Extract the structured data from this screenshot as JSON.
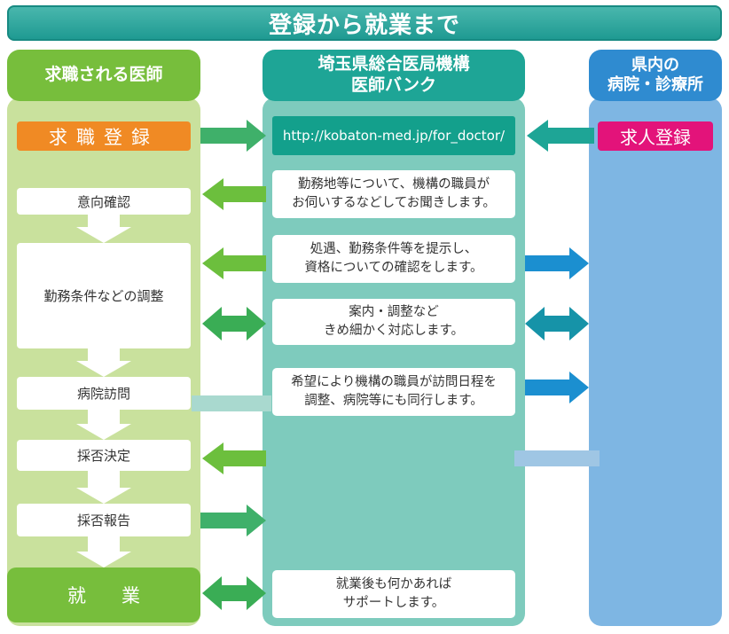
{
  "title": "登録から就業まで",
  "headers": {
    "left": "求職される医師",
    "mid_line1": "埼玉県総合医局機構",
    "mid_line2": "医師バンク",
    "right_line1": "県内の",
    "right_line2": "病院・診療所"
  },
  "left_steps": {
    "register": "求職登録",
    "intent": "意向確認",
    "adjust": "勤務条件などの調整",
    "visit": "病院訪問",
    "decision": "採否決定",
    "report": "採否報告",
    "employment": "就業"
  },
  "mid_notes": {
    "url": "http://kobaton-med.jp/for_doctor/",
    "note1_line1": "勤務地等について、機構の職員が",
    "note1_line2": "お伺いするなどしてお聞きします。",
    "note2_line1": "処遇、勤務条件等を提示し、",
    "note2_line2": "資格についての確認をします。",
    "note3_line1": "案内・調整など",
    "note3_line2": "きめ細かく対応します。",
    "note4_line1": "希望により機構の職員が訪問日程を",
    "note4_line2": "調整、病院等にも同行します。",
    "note5_line1": "就業後も何かあれば",
    "note5_line2": "サポートします。"
  },
  "right_steps": {
    "register": "求人登録"
  },
  "colors": {
    "left_header": "#77be3c",
    "left_bg": "#c9e19d",
    "mid_header": "#1ea596",
    "mid_bg": "#7ecbbd",
    "right_header": "#2f8bd0",
    "right_bg": "#7eb6e3",
    "orange": "#f08a24",
    "pink": "#e3137a"
  }
}
